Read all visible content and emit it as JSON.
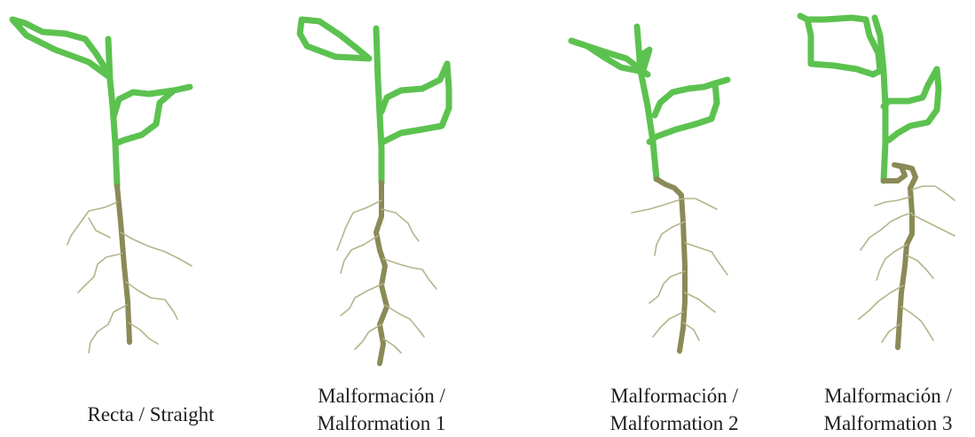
{
  "figure": {
    "shoot_color": "#5cc24f",
    "taproot_color": "#8a8a57",
    "lateral_root_color": "#b3b58c",
    "panels": [
      {
        "id": "straight",
        "caption_lines": [
          "Recta / Straight"
        ]
      },
      {
        "id": "malformation-1",
        "caption_lines": [
          "Malformación /",
          "Malformation 1"
        ]
      },
      {
        "id": "malformation-2",
        "caption_lines": [
          "Malformación /",
          "Malformation 2"
        ]
      },
      {
        "id": "malformation-3",
        "caption_lines": [
          "Malformación /",
          "Malformation 3"
        ]
      }
    ]
  }
}
